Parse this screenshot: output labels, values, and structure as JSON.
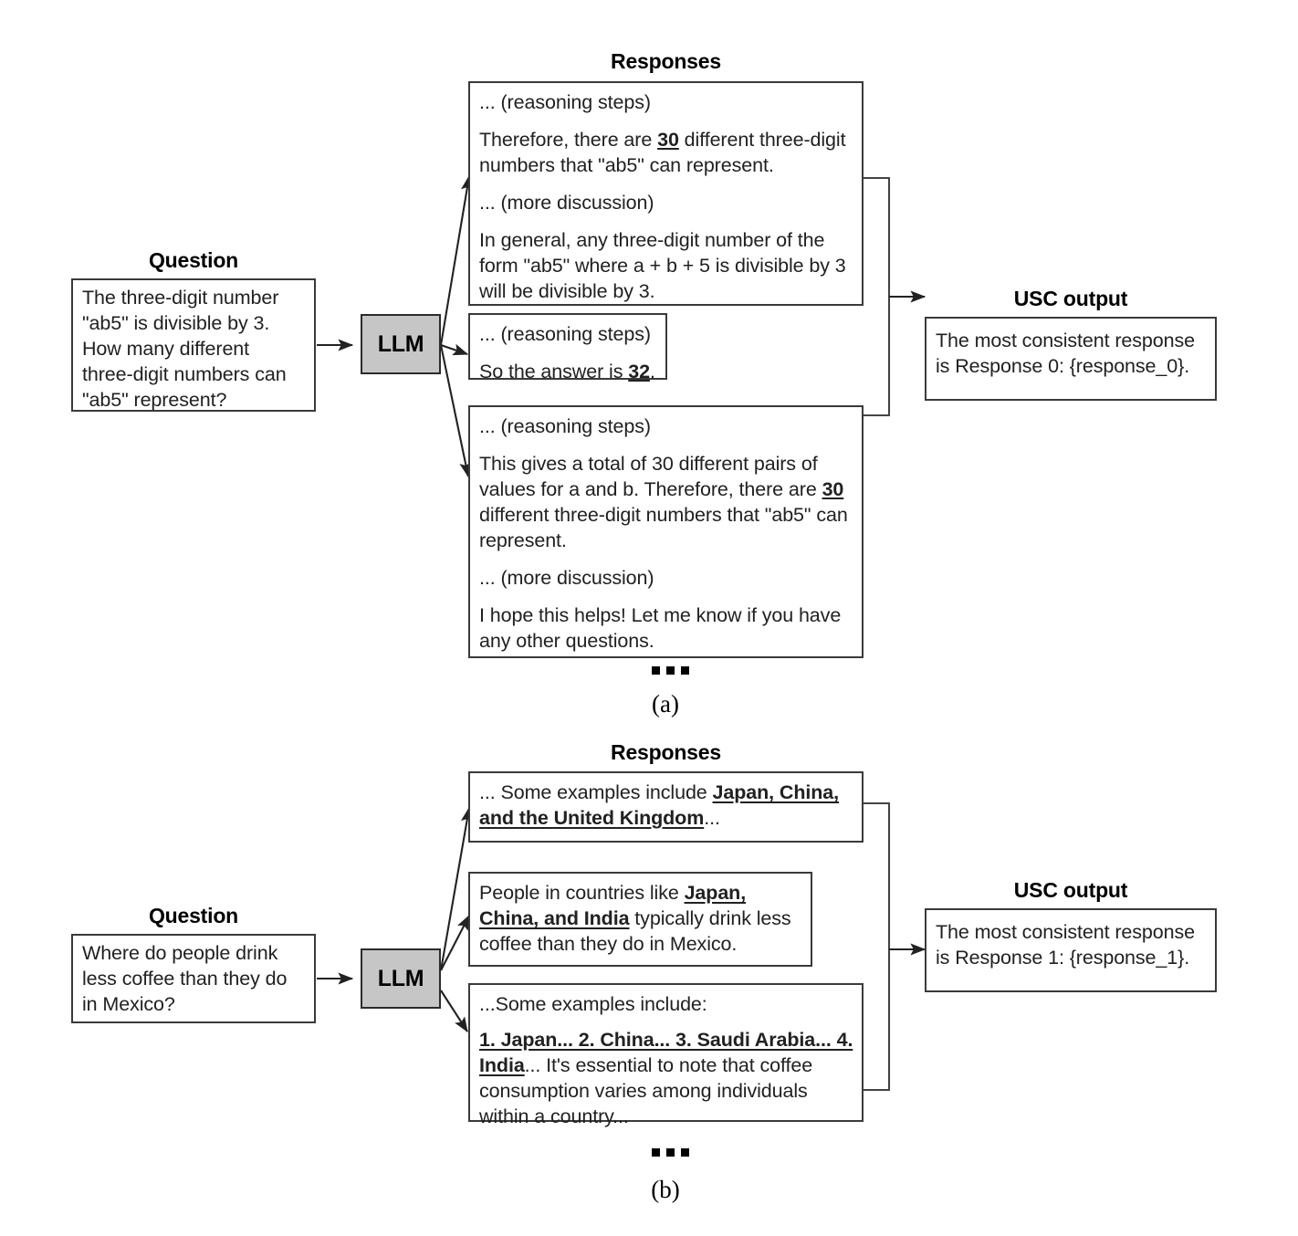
{
  "figure": {
    "panels": [
      {
        "id": "a",
        "label": "(a)",
        "question_header": "Question",
        "question_text": "The three-digit number \"ab5\" is divisible by 3. How many different three-digit numbers can \"ab5\" represent?",
        "llm_label": "LLM",
        "responses_header": "Responses",
        "usc_header": "USC output",
        "usc_text": "The most consistent response is Response 0: {response_0}.",
        "responses": [
          {
            "index": 0,
            "lines": [
              "... (reasoning steps)",
              "Therefore, there are 30 different three-digit numbers that \"ab5\" can represent.",
              "... (more discussion)",
              "In general, any three-digit number of the form \"ab5\" where a + b + 5 is divisible by 3 will be divisible by 3."
            ],
            "highlight": "30"
          },
          {
            "index": 1,
            "lines": [
              "... (reasoning steps)",
              "So the answer is 32."
            ],
            "highlight": "32"
          },
          {
            "index": 2,
            "lines": [
              "... (reasoning steps)",
              "This gives a total of 30 different pairs of values for a and b. Therefore, there are 30 different three-digit numbers that \"ab5\" can represent.",
              "... (more discussion)",
              "I hope this helps! Let me know if you have any other questions."
            ],
            "highlight": "30"
          }
        ]
      },
      {
        "id": "b",
        "label": "(b)",
        "question_header": "Question",
        "question_text": "Where do people drink less coffee than they do in Mexico?",
        "llm_label": "LLM",
        "responses_header": "Responses",
        "usc_header": "USC output",
        "usc_text": "The most consistent response is Response 1: {response_1}.",
        "responses": [
          {
            "index": 0,
            "text": "... Some examples include Japan, China, and the United Kingdom...",
            "highlight": "Japan, China, and the United Kingdom"
          },
          {
            "index": 1,
            "text": "People in countries like Japan, China, and India typically drink less coffee than they do in Mexico.",
            "highlight": "Japan, China, and India"
          },
          {
            "index": 2,
            "text": "...Some examples include: 1. Japan... 2. China... 3. Saudi Arabia... 4. India... It's essential to note that coffee consumption varies among individuals within a country...",
            "highlight": "1. Japan... 2. China... 3. Saudi Arabia... 4. India"
          }
        ]
      }
    ],
    "ellipsis_marker": "...",
    "colors": {
      "llm_fill": "#c6c6c6",
      "box_border": "#3a3a3a",
      "text": "#212121",
      "background": "#ffffff"
    }
  },
  "panel_a": {
    "question_header": "Question",
    "responses_header": "Responses",
    "usc_header": "USC output",
    "llm_label": "LLM",
    "label": "(a)",
    "q_l1": "The three-digit number",
    "q_l2": "\"ab5\" is divisible by 3.",
    "q_l3": "How many different",
    "q_l4": "three-digit numbers can",
    "q_l5": "\"ab5\" represent?",
    "r0_p1": "... (reasoning steps)",
    "r0_p2a": "Therefore, there are ",
    "r0_p2b": "30",
    "r0_p2c": " different three-digit numbers that \"ab5\" can represent.",
    "r0_p3": "... (more discussion)",
    "r0_p4": "In general, any three-digit number of the form \"ab5\" where a + b + 5 is divisible by 3 will be divisible by 3.",
    "r1_p1": "... (reasoning steps)",
    "r1_p2a": "So the answer is ",
    "r1_p2b": "32",
    "r1_p2c": ".",
    "r2_p1": "... (reasoning steps)",
    "r2_p2a": "This gives a total of 30 different pairs of values for a and b. Therefore, there are ",
    "r2_p2b": "30",
    "r2_p2c": " different three-digit numbers that \"ab5\" can represent.",
    "r2_p3": "... (more discussion)",
    "r2_p4": "I hope this helps! Let me know if you have any other questions.",
    "usc_l1": "The most consistent response",
    "usc_l2": "is Response 0: {response_0}."
  },
  "panel_b": {
    "question_header": "Question",
    "responses_header": "Responses",
    "usc_header": "USC output",
    "llm_label": "LLM",
    "label": "(b)",
    "q_l1": "Where do people drink",
    "q_l2": "less coffee than they do",
    "q_l3": "in Mexico?",
    "r0_a": "... Some examples include ",
    "r0_b": "Japan, China, and the United Kingdom",
    "r0_c": "...",
    "r1_a": "People in countries like ",
    "r1_b": "Japan, China, and India",
    "r1_c": " typically drink less coffee than they do in Mexico.",
    "r2_a": "...Some examples include:",
    "r2_b": "1. Japan... 2. China... 3. Saudi Arabia... 4. India",
    "r2_c": "... It's essential to note that coffee consumption varies among individuals within a country...",
    "usc_l1": "The most consistent response",
    "usc_l2": "is Response 1: {response_1}."
  }
}
